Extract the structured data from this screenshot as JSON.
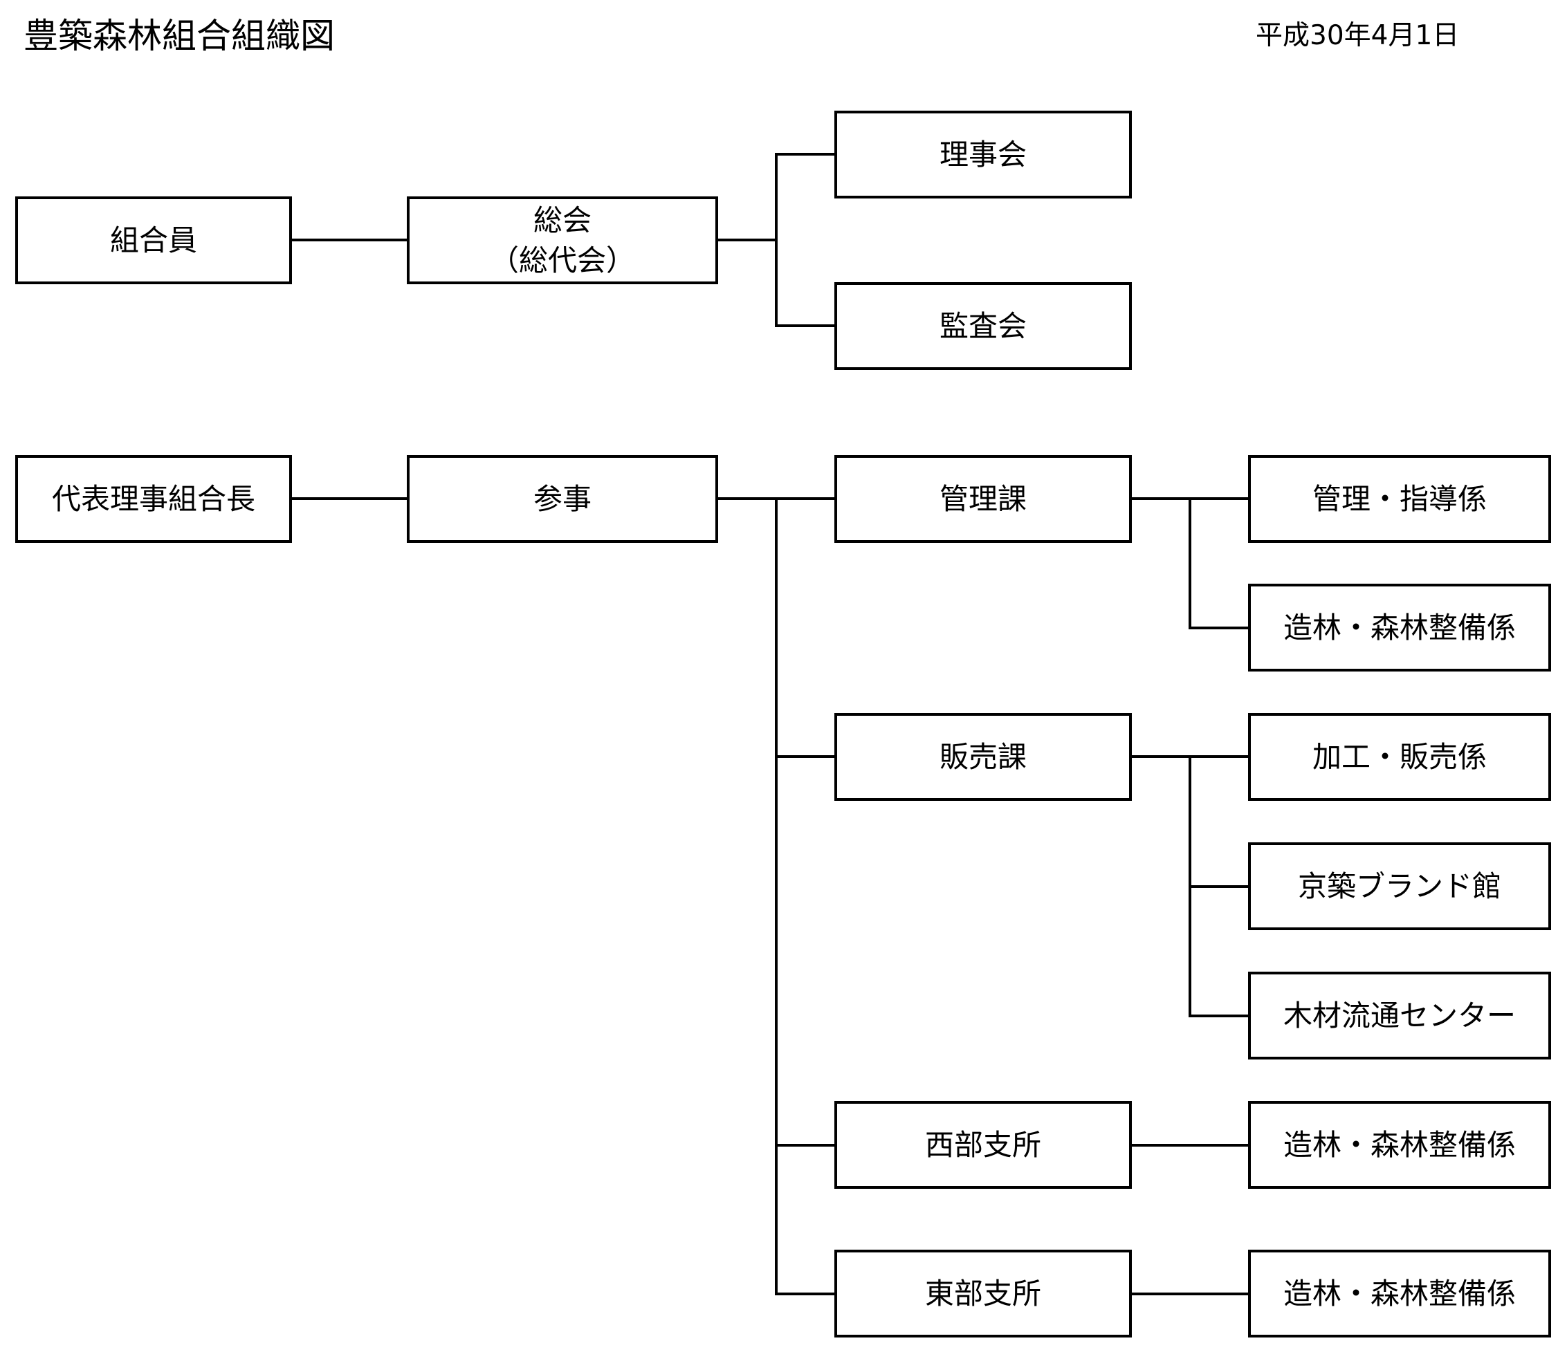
{
  "header": {
    "title": "豊築森林組合組織図",
    "date": "平成30年4月1日"
  },
  "governance": {
    "members": "組合員",
    "general_meeting_line1": "総会",
    "general_meeting_line2": "（総代会）",
    "board": "理事会",
    "audit": "監査会"
  },
  "executive": {
    "president": "代表理事組合長",
    "councilor": "参事"
  },
  "divisions": {
    "management": {
      "name": "管理課",
      "units": [
        "管理・指導係",
        "造林・森林整備係"
      ]
    },
    "sales": {
      "name": "販売課",
      "units": [
        "加工・販売係",
        "京築ブランド館",
        "木材流通センター"
      ]
    },
    "west_branch": {
      "name": "西部支所",
      "units": [
        "造林・森林整備係"
      ]
    },
    "east_branch": {
      "name": "東部支所",
      "units": [
        "造林・森林整備係"
      ]
    }
  }
}
